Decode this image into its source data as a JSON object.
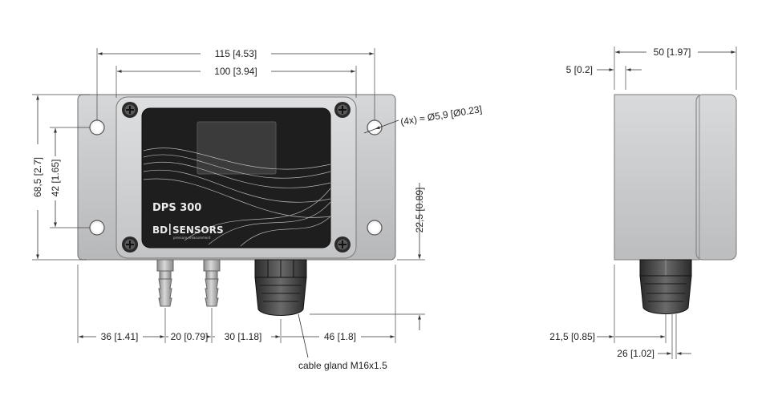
{
  "device": {
    "model_label": "DPS 300",
    "brand_left": "BD",
    "brand_right": "SENSORS",
    "brand_tagline": "pressure measurement"
  },
  "dimensions": {
    "overall_width": "115 [4.53]",
    "hole_spacing_width": "100 [3.94]",
    "holes_note": "(4x) ≈ Ø5,9 [Ø0.23]",
    "overall_height": "68,5 [2.7]",
    "hole_spacing_height": "42 [1.65]",
    "gland_height": "22,5 [0.89]",
    "left_to_port1": "36 [1.41]",
    "port1_to_port2": "20 [0.79]",
    "port2_to_gland": "30 [1.18]",
    "gland_to_right": "46 [1.8]",
    "gland_label": "cable gland M16x1.5",
    "depth": "50 [1.97]",
    "lid_offset": "5 [0.2]",
    "side_gland_offset": "21,5 [0.85]",
    "side_gland_width": "26 [1.02]"
  },
  "colors": {
    "housing": "#c9cacc",
    "lid_face": "#d3d4d6",
    "panel": "#1e1e1e",
    "display": "#3b3b3b",
    "dimension_lines": "#333333"
  }
}
